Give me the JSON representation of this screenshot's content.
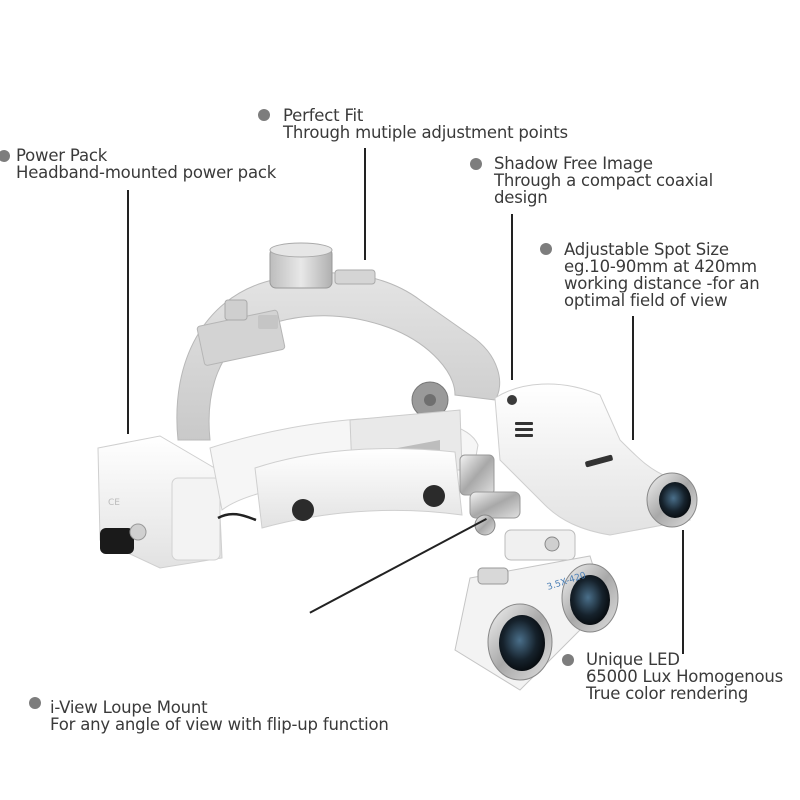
{
  "callouts": {
    "power_pack": {
      "title": "Power Pack",
      "desc": "Headband-mounted power pack"
    },
    "perfect_fit": {
      "title": "Perfect Fit",
      "desc": "Through mutiple adjustment points"
    },
    "shadow_free": {
      "title": "Shadow Free Image",
      "desc_line1": "Through  a  compact  coaxial",
      "desc_line2": "design"
    },
    "spot_size": {
      "title": "Adjustable Spot Size",
      "desc_line1": "eg.10-90mm  at  420mm",
      "desc_line2": "working distance -for an",
      "desc_line3": "optimal field of view"
    },
    "unique_led": {
      "title": "Unique LED",
      "desc_line1": "65000 Lux Homogenous",
      "desc_line2": "True color rendering"
    },
    "loupe_mount": {
      "title": "i-View Loupe Mount",
      "desc": "For any angle of view with flip-up function"
    }
  },
  "product": {
    "loupe_label": "3.5X-420"
  },
  "colors": {
    "bullet": "#7d7d7d",
    "text": "#3a3a3a",
    "band": "#d9d9d9",
    "housing": "#f2f2f2"
  }
}
